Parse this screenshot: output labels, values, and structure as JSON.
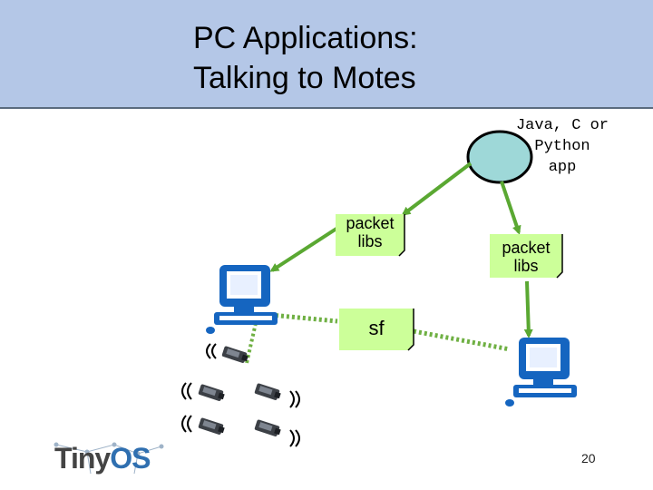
{
  "title": {
    "line1": "PC Applications:",
    "line2": "Talking to Motes"
  },
  "app_label": {
    "line1": "Java, C or",
    "line2": "Python",
    "line3": "app"
  },
  "packet_libs_left": {
    "line1": "packet",
    "line2": "libs"
  },
  "packet_libs_right": {
    "line1": "packet",
    "line2": "libs"
  },
  "serial_forwarder": {
    "label": "sf"
  },
  "logo": {
    "text_tiny": "Tiny",
    "text_os": "OS"
  },
  "page_number": "20",
  "colors": {
    "header_bg": "#b4c7e7",
    "arrow_green": "#5aa832",
    "box_fill": "#ccff99",
    "app_fill": "#9ed8d8",
    "computer_blue": "#1565c0"
  },
  "icons": [
    "computer-icon",
    "mote-icon",
    "antenna-icon",
    "tinyos-logo"
  ]
}
